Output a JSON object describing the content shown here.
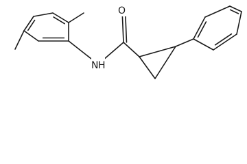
{
  "molecule": {
    "atoms": [
      {
        "id": "a1",
        "element": "C"
      },
      {
        "id": "a2",
        "element": "C"
      },
      {
        "id": "a3",
        "element": "C"
      },
      {
        "id": "a4",
        "element": "C"
      },
      {
        "id": "a5",
        "element": "C"
      },
      {
        "id": "a6",
        "element": "C"
      },
      {
        "id": "me1",
        "element": "C"
      },
      {
        "id": "me2",
        "element": "C"
      },
      {
        "id": "n",
        "element": "N",
        "label": "N",
        "hydrogen_label": "H"
      },
      {
        "id": "cc",
        "element": "C"
      },
      {
        "id": "o",
        "element": "O",
        "label": "O"
      },
      {
        "id": "cp1",
        "element": "C"
      },
      {
        "id": "cp2",
        "element": "C"
      },
      {
        "id": "cp3",
        "element": "C"
      },
      {
        "id": "p1",
        "element": "C"
      },
      {
        "id": "p2",
        "element": "C"
      },
      {
        "id": "p3",
        "element": "C"
      },
      {
        "id": "p4",
        "element": "C"
      },
      {
        "id": "p5",
        "element": "C"
      },
      {
        "id": "p6",
        "element": "C"
      }
    ],
    "bonds": [
      {
        "from": "a1",
        "to": "a2",
        "order": 2
      },
      {
        "from": "a2",
        "to": "a3",
        "order": 1
      },
      {
        "from": "a3",
        "to": "a4",
        "order": 2
      },
      {
        "from": "a4",
        "to": "a5",
        "order": 1
      },
      {
        "from": "a5",
        "to": "a6",
        "order": 2
      },
      {
        "from": "a6",
        "to": "a1",
        "order": 1
      },
      {
        "from": "a1",
        "to": "me1",
        "order": 1
      },
      {
        "from": "a4",
        "to": "me2",
        "order": 1
      },
      {
        "from": "a6",
        "to": "n",
        "order": 1
      },
      {
        "from": "n",
        "to": "cc",
        "order": 1
      },
      {
        "from": "cc",
        "to": "o",
        "order": 2
      },
      {
        "from": "cc",
        "to": "cp1",
        "order": 1
      },
      {
        "from": "cp1",
        "to": "cp2",
        "order": 1
      },
      {
        "from": "cp2",
        "to": "cp3",
        "order": 1
      },
      {
        "from": "cp3",
        "to": "cp1",
        "order": 1
      },
      {
        "from": "cp2",
        "to": "p1",
        "order": 1
      },
      {
        "from": "p1",
        "to": "p2",
        "order": 2
      },
      {
        "from": "p2",
        "to": "p3",
        "order": 1
      },
      {
        "from": "p3",
        "to": "p4",
        "order": 2
      },
      {
        "from": "p4",
        "to": "p5",
        "order": 1
      },
      {
        "from": "p5",
        "to": "p6",
        "order": 2
      },
      {
        "from": "p6",
        "to": "p1",
        "order": 1
      }
    ]
  }
}
